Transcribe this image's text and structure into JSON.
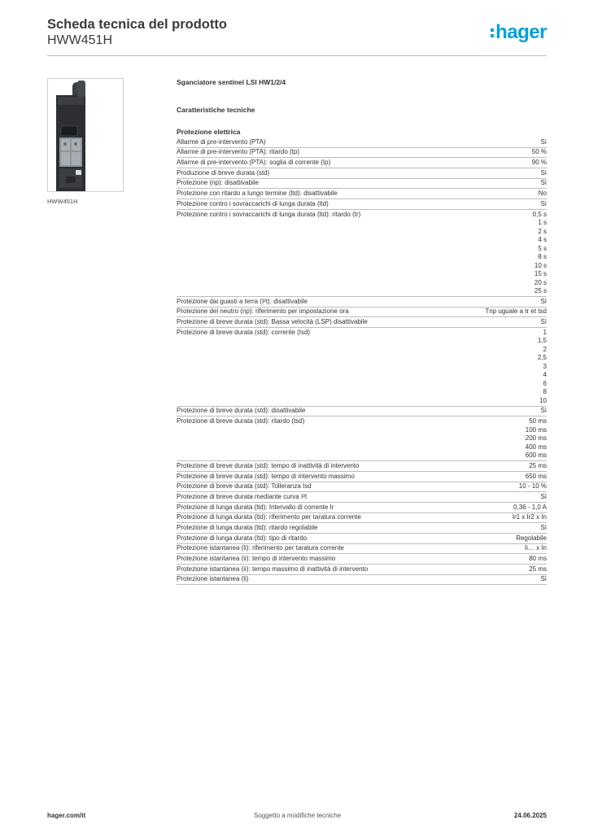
{
  "header": {
    "title": "Scheda tecnica del prodotto",
    "product_code": "HWW451H",
    "brand": "hager"
  },
  "image": {
    "caption": "HWW451H"
  },
  "content": {
    "product_name": "Sganciatore sentinel LSI HW1/2/4",
    "section_title": "Caratteristiche tecniche",
    "group_title": "Protezione elettrica",
    "rows": [
      {
        "label": "Allarme di pre-intervento (PTA)",
        "values": [
          "Sì"
        ]
      },
      {
        "label": "Allarme di pre-intervento (PTA): ritardo (tp)",
        "values": [
          "50 %"
        ]
      },
      {
        "label": "Allarme di pre-intervento (PTA): soglia di corrente (Ip)",
        "values": [
          "90 %"
        ]
      },
      {
        "label": "Produzione di breve durata (std)",
        "values": [
          "Sì"
        ]
      },
      {
        "label": "Protezione (np): disattivabile",
        "values": [
          "Sì"
        ]
      },
      {
        "label": "Protezione con ritardo a lungo termine (ltd): disattivabile",
        "values": [
          "No"
        ]
      },
      {
        "label": "Protezione contro i sovraccarichi di lunga durata (ltd)",
        "values": [
          "Sì"
        ]
      },
      {
        "label": "Protezione contro i sovraccarichi di lunga durata (ltd): ritardo (tr)",
        "values": [
          "0,5 s",
          "1 s",
          "2 s",
          "4 s",
          "5 s",
          "8 s",
          "10 s",
          "15 s",
          "20 s",
          "25 s"
        ]
      },
      {
        "label": "Protezione dai guasti a terra (I²t): disattivabile",
        "values": [
          "Sì"
        ]
      },
      {
        "label": "Protezione del neutro (np): riferimento per impostazione ora",
        "values": [
          "Tnp uguale a tr et tsd"
        ]
      },
      {
        "label": "Protezione di breve durata (std): Bassa velocità (LSP) disattivabile",
        "values": [
          "Sì"
        ]
      },
      {
        "label": "Protezione di breve durata (std): corrente (Isd)",
        "values": [
          "1",
          "1,5",
          "2",
          "2,5",
          "3",
          "4",
          "6",
          "8",
          "10"
        ]
      },
      {
        "label": "Protezione di breve durata (std): disattivabile",
        "values": [
          "Sì"
        ]
      },
      {
        "label": "Protezione di breve durata (std): ritardo (tsd)",
        "values": [
          "50 ms",
          "100 ms",
          "200 ms",
          "400 ms",
          "600 ms"
        ]
      },
      {
        "label": "Protezione di breve durata (std): tempo di inattività di intervento",
        "values": [
          "25 ms"
        ]
      },
      {
        "label": "Protezione di breve durata (std): tempo di intervento massimo",
        "values": [
          "650 ms"
        ]
      },
      {
        "label": "Protezione di breve durata (std): Tolleranza Isd",
        "values": [
          "10 - 10 %"
        ]
      },
      {
        "label": "Protezione di breve durata mediante curva I²t",
        "values": [
          "Sì"
        ]
      },
      {
        "label": "Protezione di lunga durata (ltd): Intervallo di corrente Ir",
        "values": [
          "0,36 - 1,0 A"
        ]
      },
      {
        "label": "Protezione di lunga durata (ltd): riferimento per taratura corrente",
        "values": [
          "Ir1 x Ir2 x In"
        ]
      },
      {
        "label": "Protezione di lunga durata (ltd): ritardo regolabile",
        "values": [
          "Sì"
        ]
      },
      {
        "label": "Protezione di lunga durata (ltd): tipo di ritardo",
        "values": [
          "Regolabile"
        ]
      },
      {
        "label": "Protezione istantanea (li): riferimento per taratura corrente",
        "values": [
          "Ii… x In"
        ]
      },
      {
        "label": "Protezione istantanea (ii): tempo di intervento massimo",
        "values": [
          "80 ms"
        ]
      },
      {
        "label": "Protezione istantanea (ii): tempo massimo di inattività di intervento",
        "values": [
          "25 ms"
        ]
      },
      {
        "label": "Protezione istantanea (li)",
        "values": [
          "Sì"
        ]
      }
    ]
  },
  "footer": {
    "website": "hager.com/it",
    "note": "Soggetto a modifiche tecniche",
    "date": "24.06.2025"
  }
}
